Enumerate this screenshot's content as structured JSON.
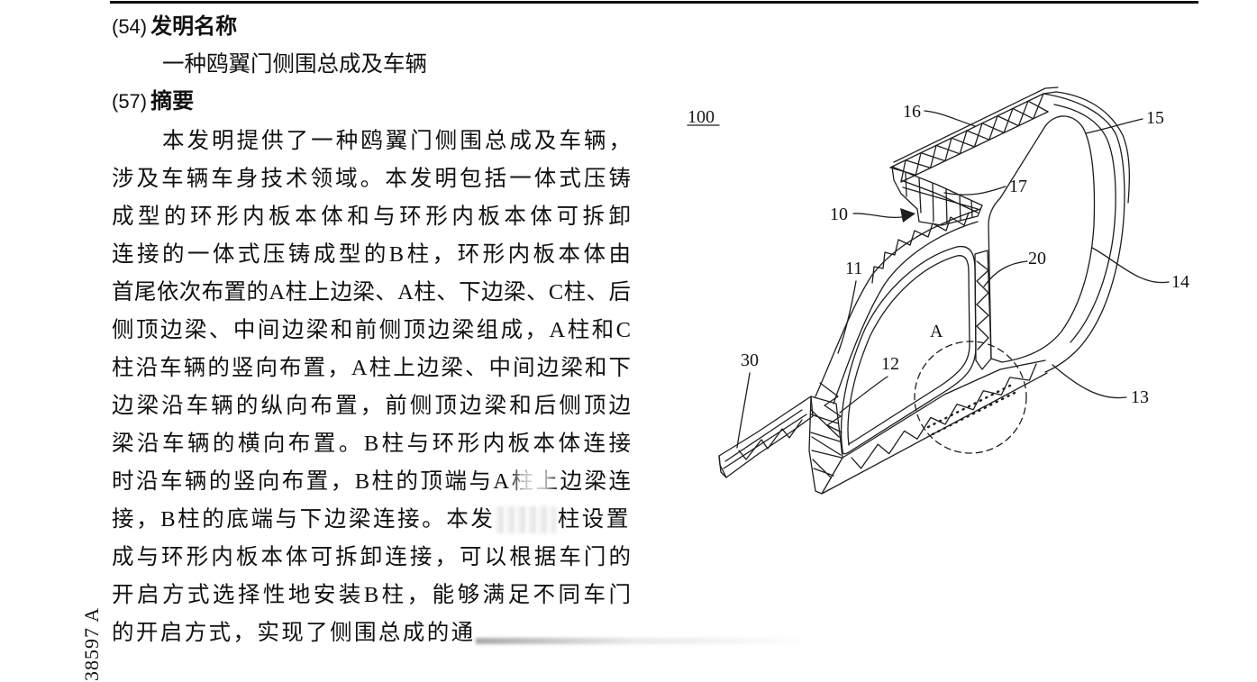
{
  "document": {
    "field_54": {
      "code": "(54)",
      "label": "发明名称"
    },
    "invention_title": "一种鸥翼门侧围总成及车辆",
    "field_57": {
      "code": "(57)",
      "label": "摘要"
    },
    "abstract_lines": [
      [
        "本发明提供了一种鸥翼门侧围总成及车辆，"
      ],
      [
        "涉及车辆车身技术领域。本发明包括一体式压铸"
      ],
      [
        "成型的环形内板本体和与环形内板本体可拆卸"
      ],
      [
        "连接的一体式压铸成型的B柱，环形内板本体由"
      ],
      [
        "首尾依次布置的A柱上边梁、A柱、下边梁、C柱、后"
      ],
      [
        "侧顶边梁、中间边梁和前侧顶边梁组成，A柱和C"
      ],
      [
        "柱沿车辆的竖向布置，A柱上边梁、中间边梁和下"
      ],
      [
        "边梁沿车辆的纵向布置，前侧顶边梁和后侧顶边"
      ],
      [
        "梁沿车辆的横向布置。B柱与环形内板本体连接"
      ],
      [
        "时沿车辆的竖向布置，B柱的顶端与A柱上边梁连"
      ],
      [
        "接，B柱的底端与下边梁连接。本发",
        "柱设置"
      ],
      [
        "成与环形内板本体可拆卸连接，可以根据车门的"
      ],
      [
        "开启方式选择性地安装B柱，能够满足不同车门"
      ],
      [
        "的开启方式，实现了侧围总成的通"
      ]
    ],
    "side_publication_number": "38597 A"
  },
  "figure": {
    "reference_numerals": {
      "n100": "100",
      "n16": "16",
      "n15": "15",
      "n17": "17",
      "n10": "10",
      "n11": "11",
      "n20": "20",
      "n14": "14",
      "detail_a": "A",
      "n30": "30",
      "n12": "12",
      "n13": "13"
    },
    "line_color": "#1e1e1e"
  }
}
